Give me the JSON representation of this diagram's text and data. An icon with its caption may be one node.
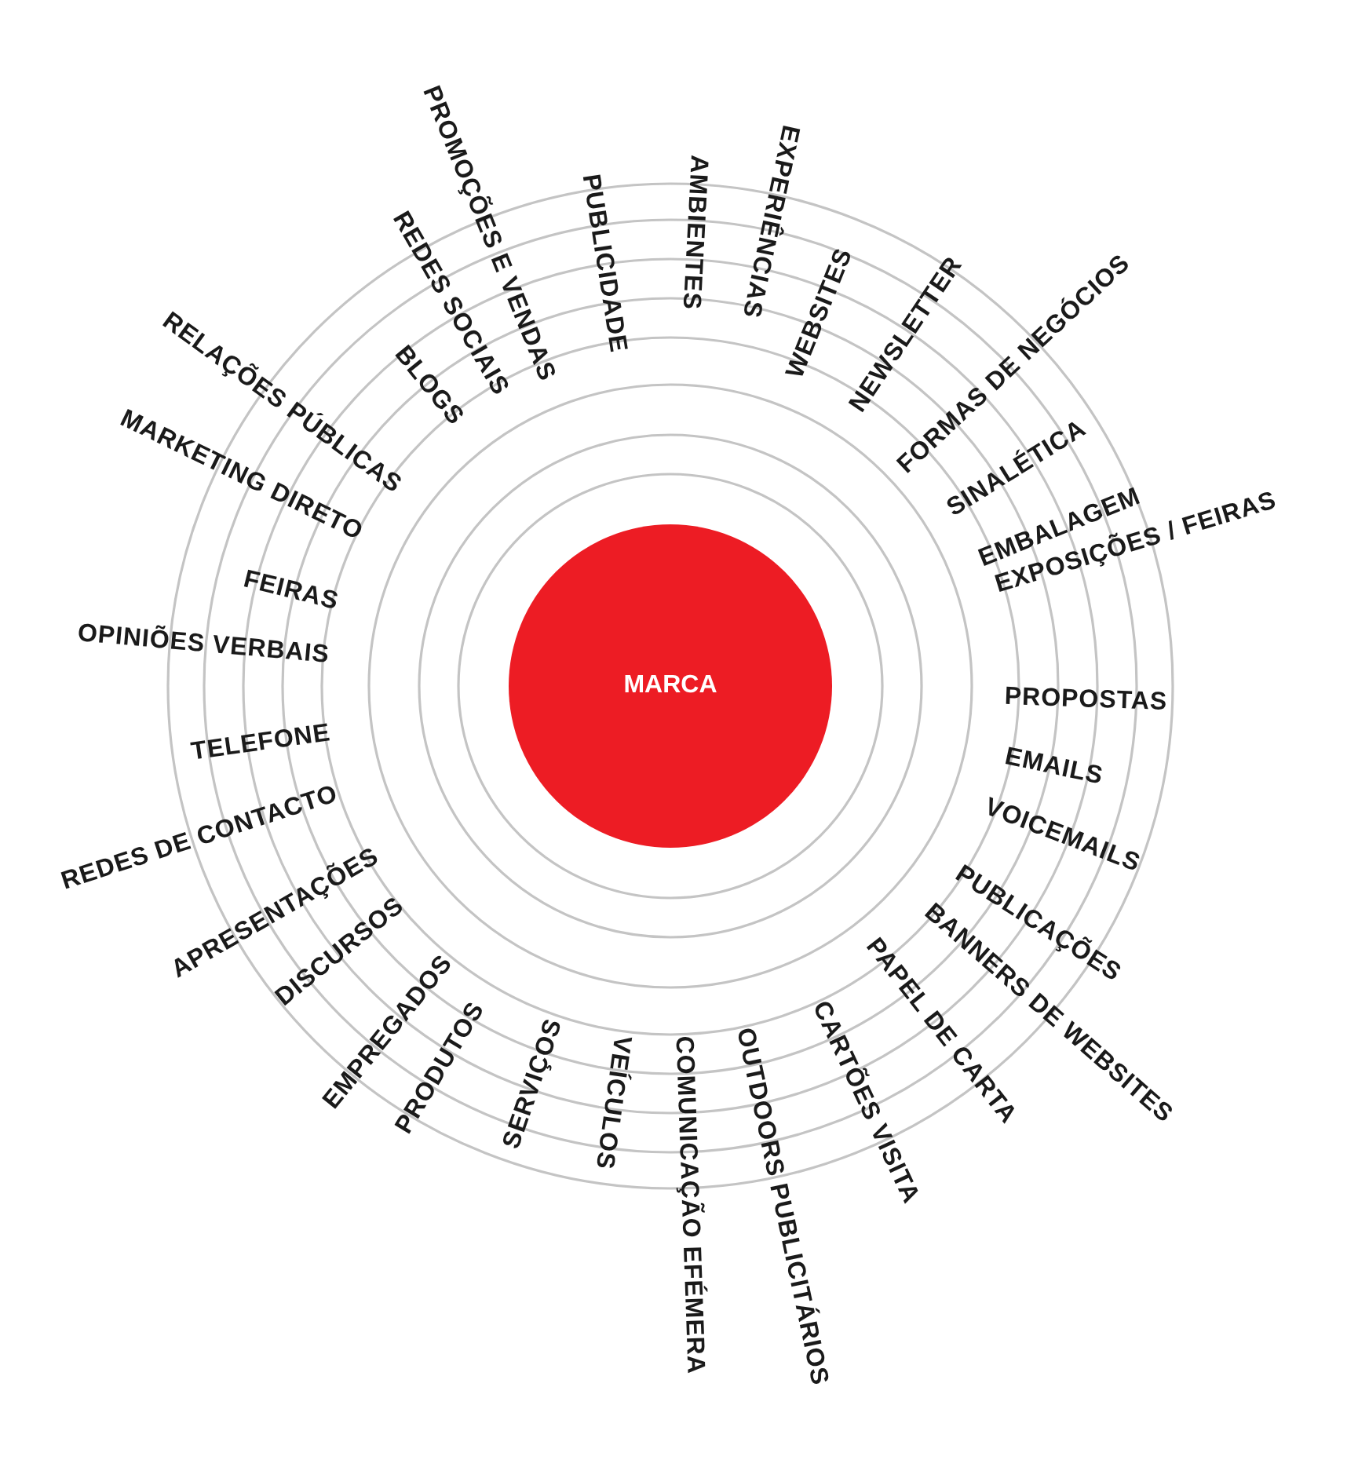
{
  "diagram": {
    "nodes": [
      {
        "text": [
          "MARCA"
        ]
      }
    ],
    "labels": [
      "PROMOÇÕES E VENDAS",
      "PUBLICIDADE",
      "AMBIENTES",
      "EXPERIÊNCIAS",
      "WEBSITES",
      "NEWSLETTER",
      "FORMAS DE NEGÓCIOS",
      "SINALÉTICA",
      "EMBALAGEM",
      "EXPOSIÇÕES / FEIRAS",
      "PROPOSTAS",
      "EMAILS",
      "VOICEMAILS",
      "PUBLICAÇÕES",
      "BANNERS DE WEBSITES",
      "PAPEL DE CARTA",
      "CARTÕES VISITA",
      "OUTDOORS PUBLICITÁRIOS",
      "COMUNICAÇÃO EFÉMERA",
      "VEÍCULOS",
      "SERVIÇOS",
      "PRODUTOS",
      "EMPREGADOS",
      "DISCURSOS",
      "APRESENTAÇÕES",
      "REDES DE CONTACTO",
      "TELEFONE",
      "OPINIÕES VERBAIS",
      "FEIRAS",
      "MARKETING DIRETO",
      "RELAÇÕES PÚBLICAS",
      "BLOGS",
      "REDES SOCIAIS"
    ]
  }
}
